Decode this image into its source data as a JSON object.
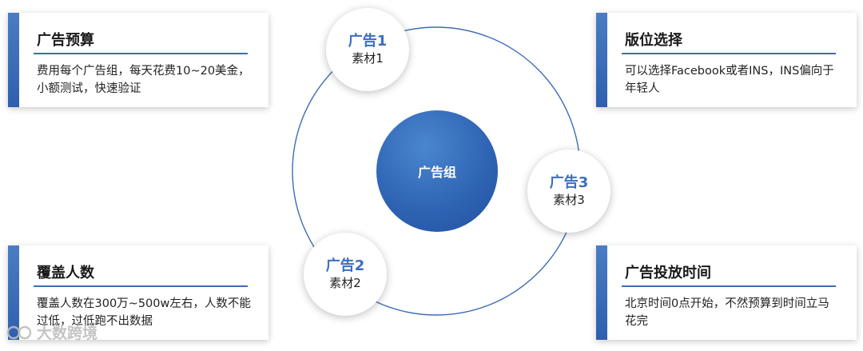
{
  "cards": {
    "top_left": {
      "title": "广告预算",
      "text": "费用每个广告组，每天花费10~20美金，小额测试，快速验证"
    },
    "top_right": {
      "title": "版位选择",
      "text": "可以选择Facebook或者INS，INS偏向于年轻人"
    },
    "bottom_left": {
      "title": "覆盖人数",
      "text": "覆盖人数在300万~500w左右，人数不能过低，过低跑不出数据"
    },
    "bottom_right": {
      "title": "广告投放时间",
      "text": "北京时间0点开始，不然预算到时间立马花完"
    }
  },
  "center": {
    "label": "广告组"
  },
  "nodes": [
    {
      "title": "广告1",
      "sub": "素材1"
    },
    {
      "title": "广告2",
      "sub": "素材2"
    },
    {
      "title": "广告3",
      "sub": "素材3"
    }
  ],
  "watermark": {
    "text": "大数跨境"
  },
  "colors": {
    "accent": "#3e6cb5",
    "center": "#2d62b2",
    "node_title": "#3a6fc0"
  }
}
